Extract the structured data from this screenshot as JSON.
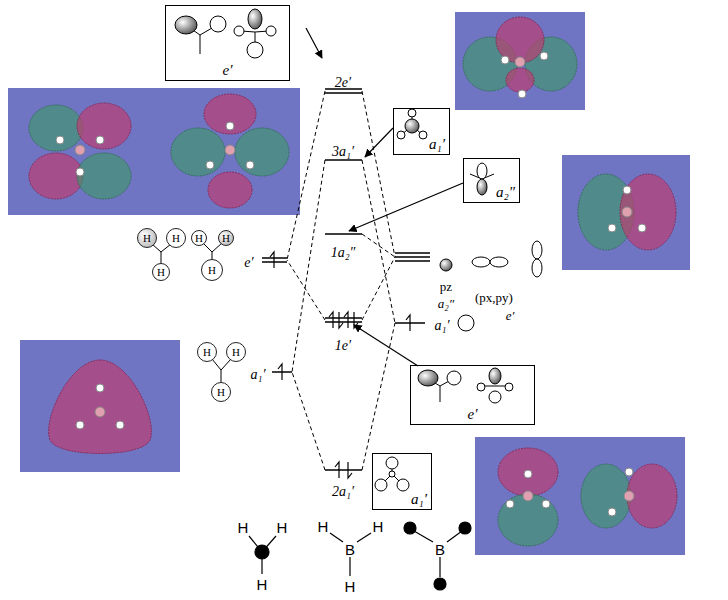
{
  "diagram": {
    "nodes": [
      {
        "text": [
          "e′"
        ]
      },
      {
        "text": [
          "a₁′"
        ]
      },
      {
        "text": [
          "a₂″"
        ]
      },
      {
        "text": [
          "H"
        ]
      },
      {
        "text": [
          "H"
        ]
      },
      {
        "text": [
          "H"
        ]
      },
      {
        "text": [
          "H"
        ]
      },
      {
        "text": [
          "H"
        ]
      },
      {
        "text": [
          "H"
        ]
      },
      {
        "text": [
          "H"
        ]
      },
      {
        "text": [
          "H"
        ]
      },
      {
        "text": [
          "H"
        ]
      },
      {
        "text": [
          "e′"
        ]
      },
      {
        "text": [
          "a₁′"
        ]
      }
    ],
    "labels": [
      "2e′",
      "3a₁′",
      "1a₂″",
      "e′",
      "pz",
      "a₂″",
      "(px,py)",
      "e′",
      "1e′",
      "a₁′",
      "a₁′",
      "2a₁′",
      "H",
      "H",
      "H",
      "H",
      "H",
      "B",
      "H",
      "B"
    ]
  }
}
